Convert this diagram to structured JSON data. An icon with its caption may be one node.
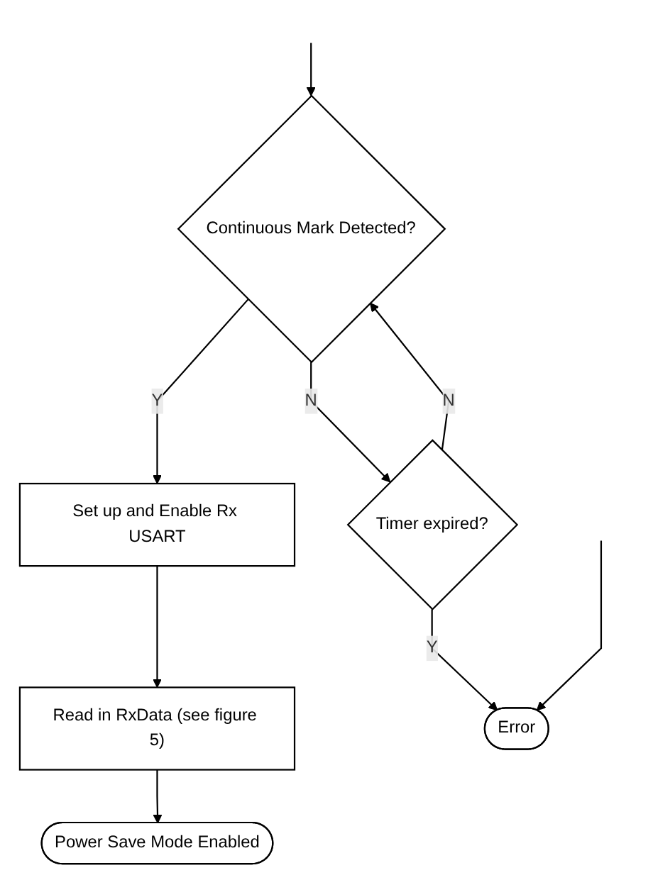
{
  "diagram": {
    "nodes": [
      {
        "text": [
          "Continuous Mark Detected?"
        ]
      },
      {
        "text": [
          "Timer expired?"
        ]
      },
      {
        "text": [
          "Set up and Enable Rx USART"
        ]
      },
      {
        "text": [
          "Read in RxData (see figure 5)"
        ]
      },
      {
        "text": [
          "Power Save Mode Enabled"
        ]
      },
      {
        "text": [
          "Error"
        ]
      }
    ],
    "edges": [
      {
        "from": null,
        "to": 0,
        "arrow": "to"
      },
      {
        "from": 1,
        "to": 0,
        "arrow": "to",
        "label": "N"
      },
      {
        "from": 0,
        "to": 1,
        "arrow": "to",
        "label": "N"
      },
      {
        "from": 1,
        "to": 5,
        "arrow": "to",
        "label": "Y"
      },
      {
        "from": null,
        "to": 5,
        "arrow": "to"
      },
      {
        "from": 0,
        "to": 2,
        "arrow": "to",
        "label": "Y"
      },
      {
        "from": 2,
        "to": 3,
        "arrow": "to"
      },
      {
        "from": 3,
        "to": 4,
        "arrow": "to"
      }
    ]
  }
}
